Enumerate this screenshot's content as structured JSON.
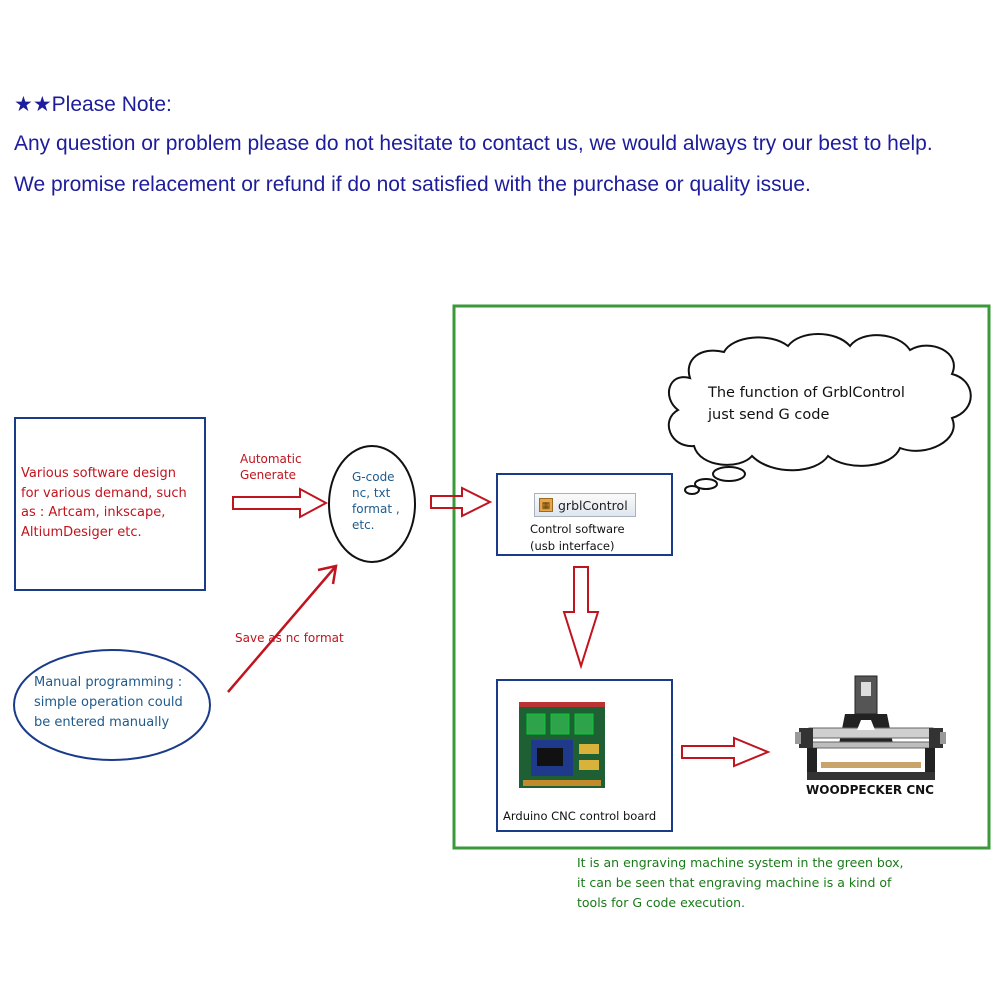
{
  "note": {
    "stars": "★★",
    "heading": "Please Note:",
    "line1": "Any question or problem please do not hesitate to contact us, we would always try our best to help.",
    "line2": "We promise relacement or refund if do not satisfied with the purchase or quality issue."
  },
  "diagram": {
    "software_box": {
      "lines": [
        "Various software design",
        "for various demand, such",
        "as : Artcam, inkscape,",
        "AltiumDesiger etc."
      ]
    },
    "automatic_label": [
      "Automatic",
      "Generate"
    ],
    "gcode_circle": [
      "G-code",
      "nc, txt",
      "format ,",
      "etc."
    ],
    "manual_ellipse": [
      "Manual programming :",
      "simple operation could",
      "be entered manually"
    ],
    "save_label": "Save as nc format",
    "cloud_text": [
      "The function of GrblControl",
      "just send G code"
    ],
    "grbl_box": {
      "badge": "grblControl",
      "line1": "Control software",
      "line2": "(usb interface)"
    },
    "board_box": {
      "caption": "Arduino CNC control board"
    },
    "machine_caption": "WOODPECKER CNC",
    "green_caption": [
      "It is an engraving machine system in the green box,",
      "it can be seen that engraving machine is a kind of",
      "tools for G code execution."
    ],
    "colors": {
      "green_border": "#3a9a3a",
      "blue_border": "#1a3a8a",
      "arrow_red": "#c0141e",
      "note_blue": "#1c1c9c"
    }
  }
}
